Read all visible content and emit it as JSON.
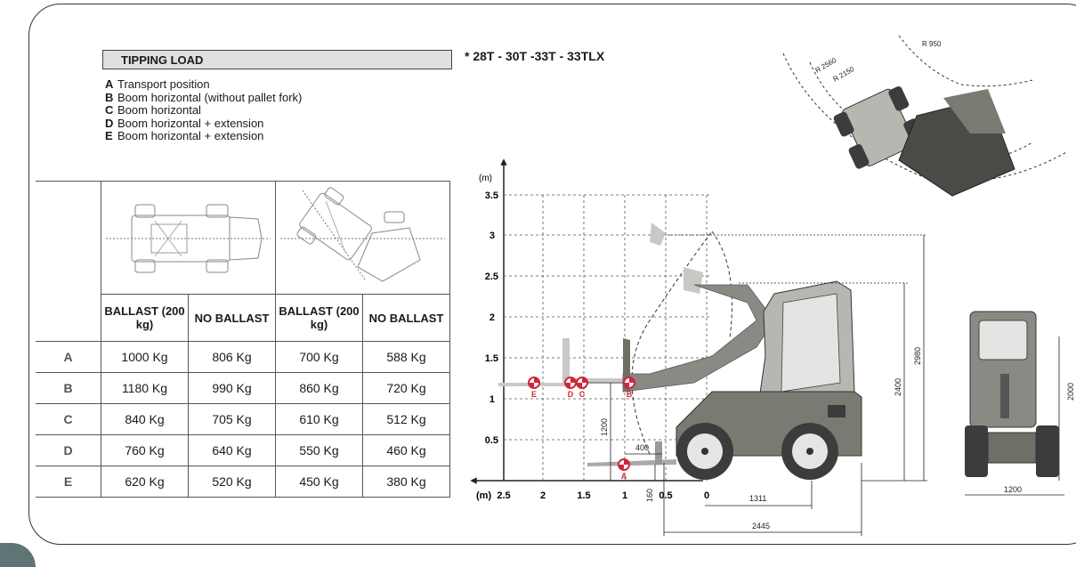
{
  "title": "TIPPING LOAD",
  "legend": [
    {
      "letter": "A",
      "text": "Transport position"
    },
    {
      "letter": "B",
      "text": "Boom horizontal (without pallet fork)"
    },
    {
      "letter": "C",
      "text": "Boom horizontal"
    },
    {
      "letter": "D",
      "text": "Boom horizontal + extension"
    },
    {
      "letter": "E",
      "text": "Boom horizontal + extension"
    }
  ],
  "models": "* 28T - 30T -33T - 33TLX",
  "table": {
    "header": [
      "BALLAST (200 kg)",
      "NO BALLAST",
      "BALLAST (200 kg)",
      "NO BALLAST"
    ],
    "rows": [
      {
        "label": "A",
        "values": [
          "1000 Kg",
          "806 Kg",
          "700 Kg",
          "588 Kg"
        ]
      },
      {
        "label": "B",
        "values": [
          "1180 Kg",
          "990 Kg",
          "860 Kg",
          "720 Kg"
        ]
      },
      {
        "label": "C",
        "values": [
          "840 Kg",
          "705 Kg",
          "610 Kg",
          "512 Kg"
        ]
      },
      {
        "label": "D",
        "values": [
          "760 Kg",
          "640 Kg",
          "550 Kg",
          "460 Kg"
        ]
      },
      {
        "label": "E",
        "values": [
          "620 Kg",
          "520 Kg",
          "450 Kg",
          "380 Kg"
        ]
      }
    ]
  },
  "chart": {
    "unit_y": "(m)",
    "unit_x": "(m)",
    "y_ticks": [
      "3.5",
      "3",
      "2.5",
      "2",
      "1.5",
      "1",
      "0.5"
    ],
    "x_ticks": [
      "2.5",
      "2",
      "1.5",
      "1",
      "0.5",
      "0"
    ],
    "load_points": [
      "E",
      "D",
      "C",
      "B",
      "A"
    ]
  },
  "dimensions": {
    "d2980": "2980",
    "d2400": "2400",
    "d1200v": "1200",
    "d400": "400",
    "d160": "160",
    "d1311": "1311",
    "d2445": "2445",
    "d1200w": "1200",
    "d2000": "2000",
    "r2560": "R 2560",
    "r2150": "R 2150",
    "r950": "R 950"
  },
  "colors": {
    "machine_dark": "#3c3c3c",
    "machine_mid": "#7a7a72",
    "machine_light": "#b5b5b0",
    "marker_red": "#d0263a",
    "grid": "#555555"
  }
}
